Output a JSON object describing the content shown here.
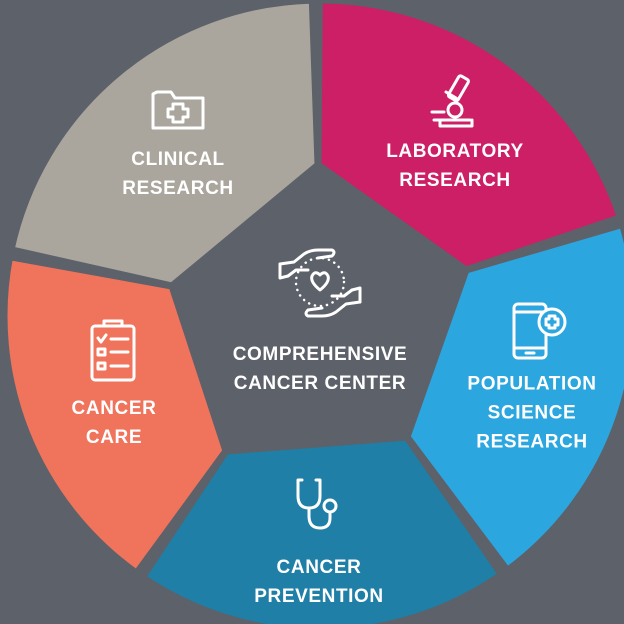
{
  "center": {
    "label": "COMPREHENSIVE\nCANCER CENTER",
    "icon": "hands-heart-icon"
  },
  "segments": [
    {
      "key": "laboratory",
      "label": "LABORATORY\nRESEARCH",
      "color": "#cd1f66",
      "icon": "microscope-icon"
    },
    {
      "key": "population",
      "label": "POPULATION\nSCIENCE\nRESEARCH",
      "color": "#2ca6df",
      "icon": "mobile-health-icon"
    },
    {
      "key": "prevention",
      "label": "CANCER\nPREVENTION",
      "color": "#1f7fa6",
      "icon": "stethoscope-icon"
    },
    {
      "key": "care",
      "label": "CANCER\nCARE",
      "color": "#f0735c",
      "icon": "clipboard-checklist-icon"
    },
    {
      "key": "clinical",
      "label": "CLINICAL\nRESEARCH",
      "color": "#aaa69d",
      "icon": "medical-folder-icon"
    }
  ],
  "colors": {
    "background": "#5c616a",
    "center": "#5c616a",
    "icon_stroke": "#ffffff"
  }
}
